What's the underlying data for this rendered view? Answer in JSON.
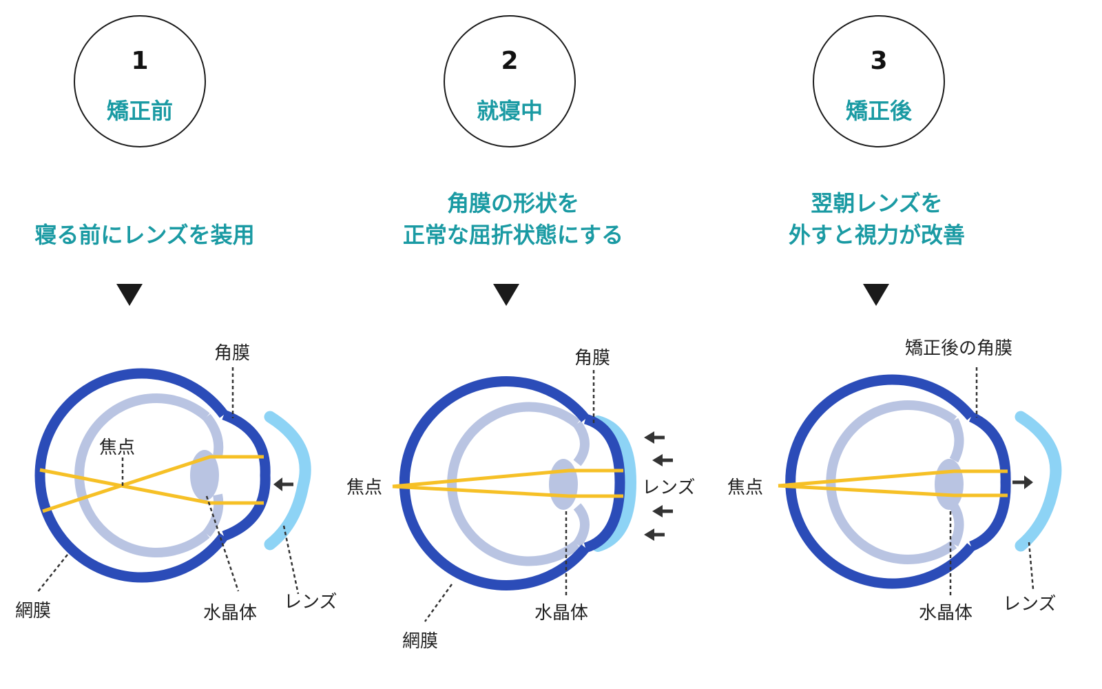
{
  "steps": [
    {
      "number": "1",
      "title": "矯正前",
      "description": [
        "寝る前にレンズを装用"
      ],
      "labels": {
        "cornea": "角膜",
        "focus": "焦点",
        "retina": "網膜",
        "crystalline_lens": "水晶体",
        "contact_lens": "レンズ"
      }
    },
    {
      "number": "2",
      "title": "就寝中",
      "description": [
        "角膜の形状を",
        "正常な屈折状態にする"
      ],
      "labels": {
        "cornea": "角膜",
        "focus": "焦点",
        "retina": "網膜",
        "crystalline_lens": "水晶体",
        "contact_lens": "レンズ"
      }
    },
    {
      "number": "3",
      "title": "矯正後",
      "description": [
        "翌朝レンズを",
        "外すと視力が改善"
      ],
      "labels": {
        "cornea": "矯正後の角膜",
        "focus": "焦点",
        "crystalline_lens": "水晶体",
        "contact_lens": "レンズ"
      }
    }
  ],
  "colors": {
    "accent_text": "#1a9aa3",
    "eye_wall": "#2b4cb8",
    "inner_eye": "#b9c4e2",
    "light_ray": "#f6c026",
    "contact_lens": "#8dd3f5",
    "arrow": "#333333"
  },
  "icons": {
    "down_marker": "down-triangle-icon",
    "pressure_arrow": "arrow-left-icon",
    "release_arrow": "arrow-right-icon"
  }
}
